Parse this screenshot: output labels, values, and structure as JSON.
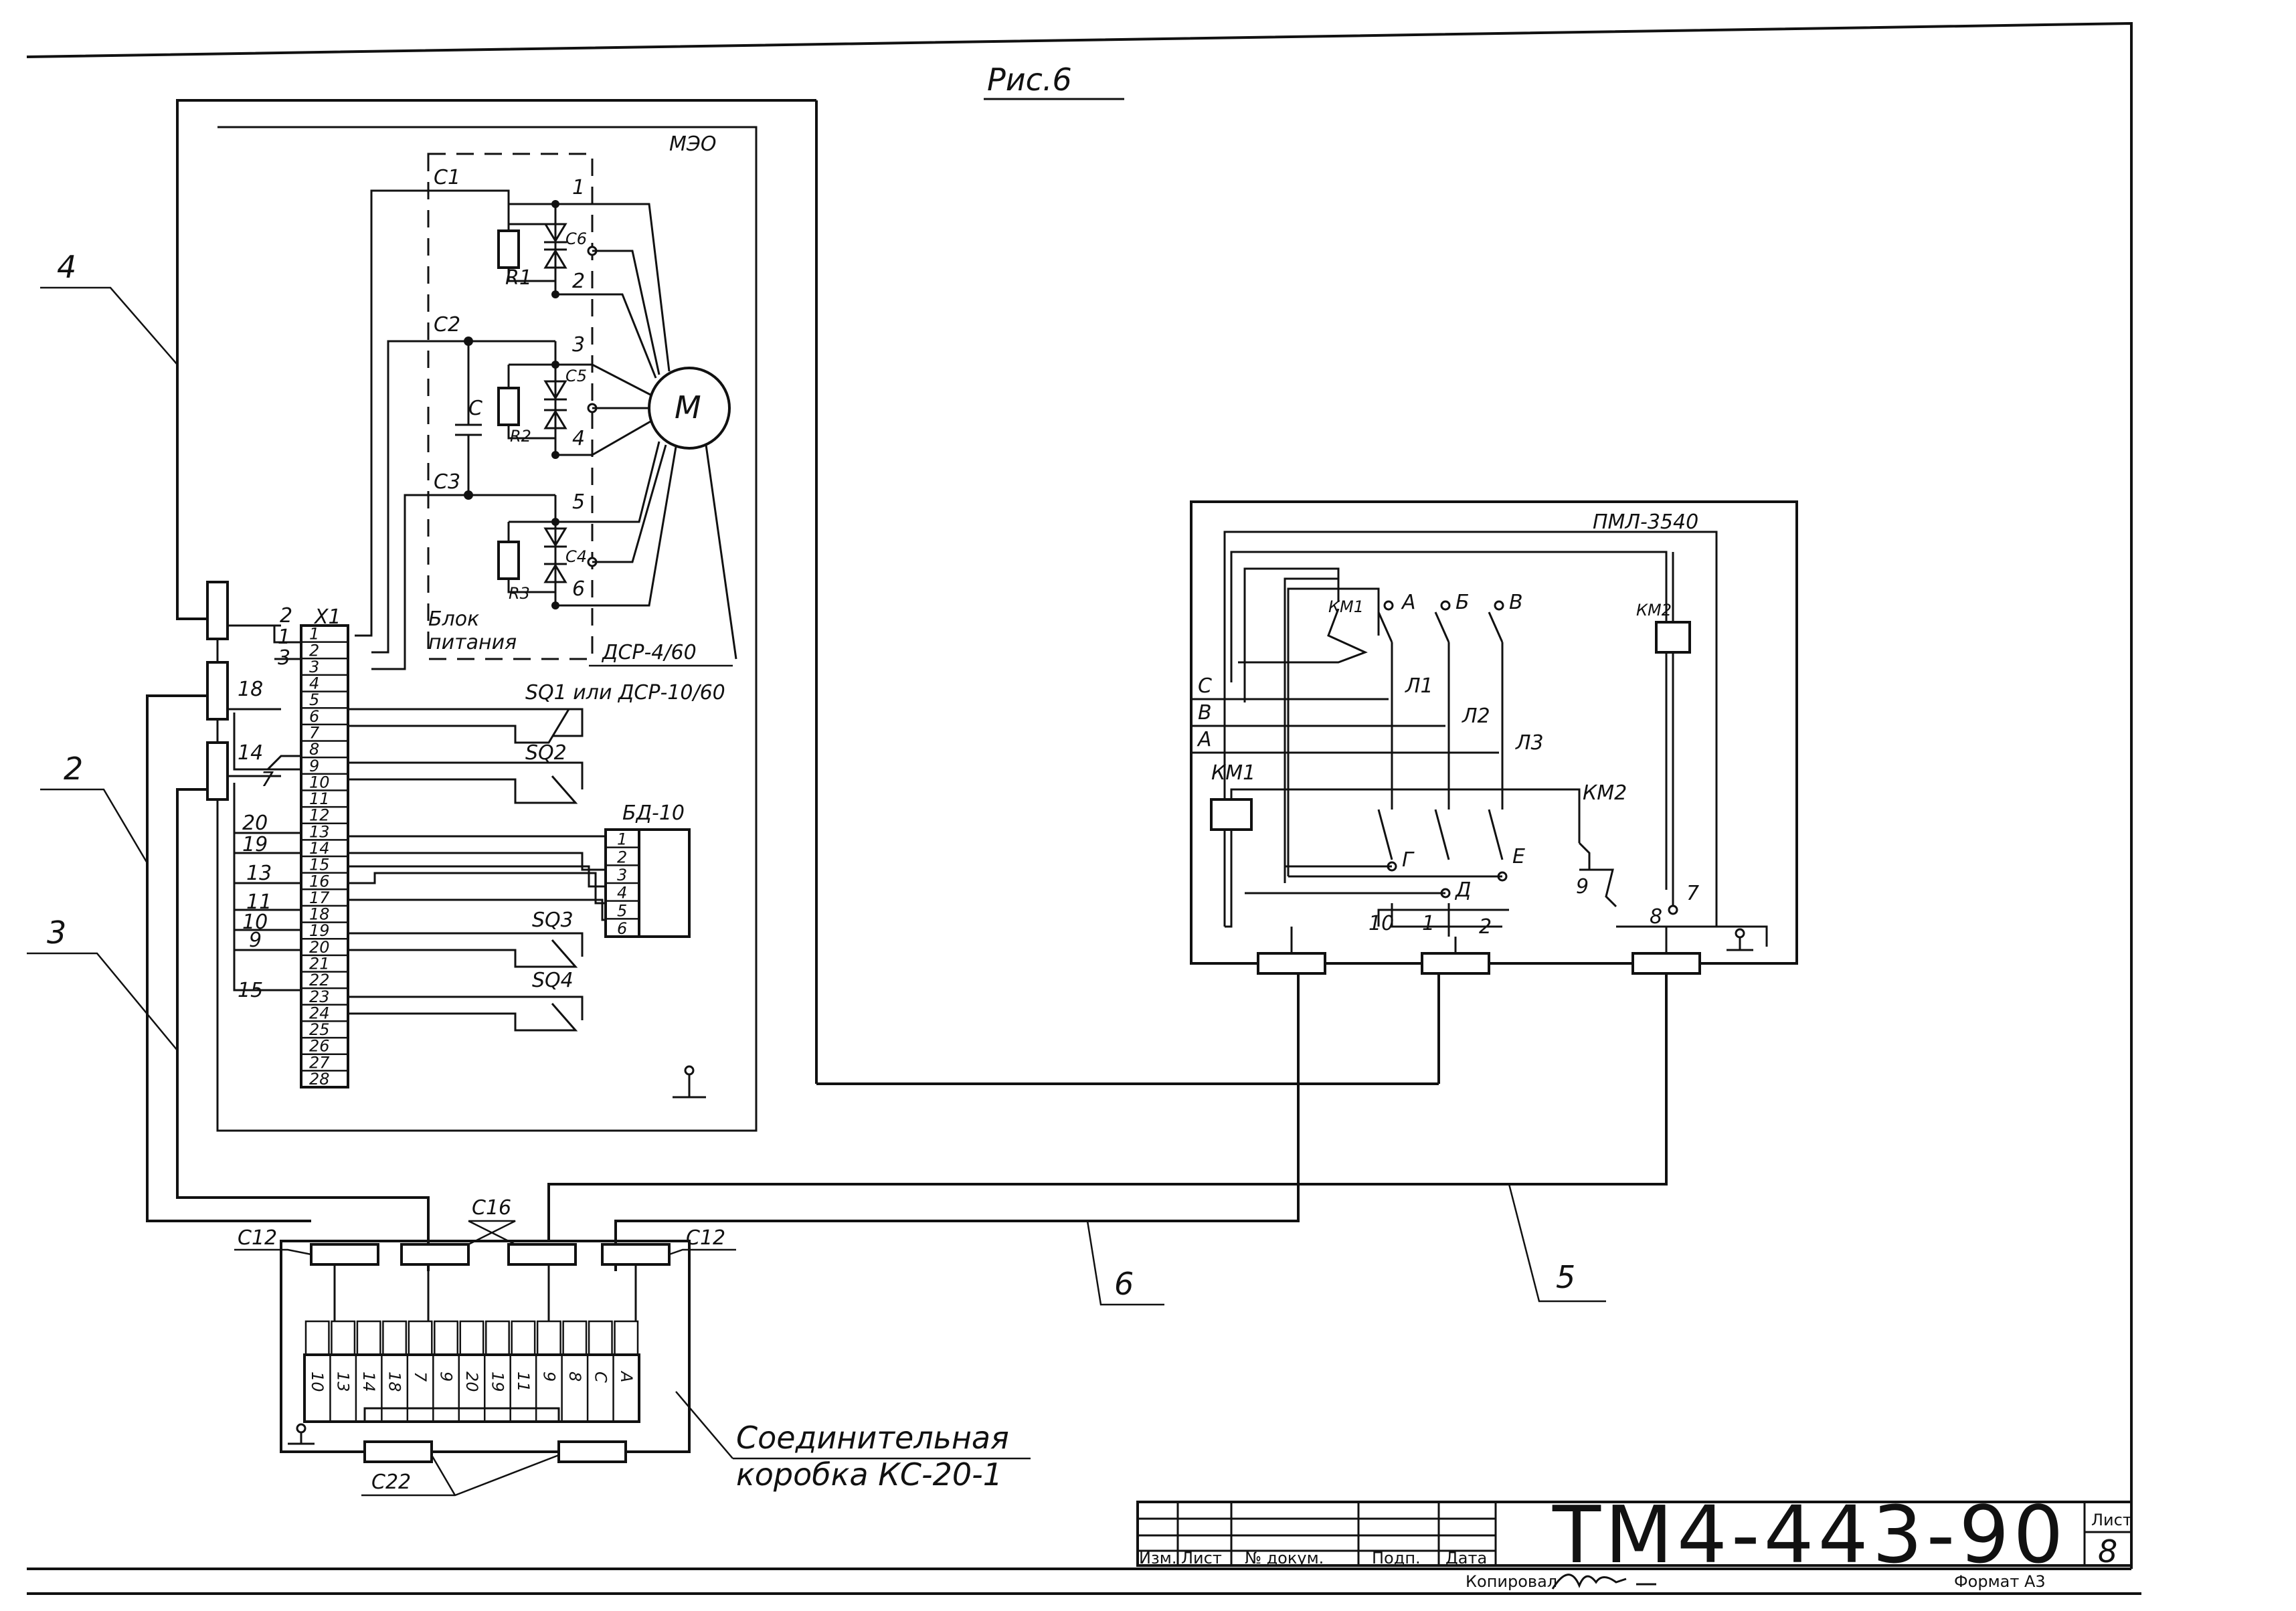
{
  "title": "Рис.6",
  "blocks": {
    "mes": "МЭО",
    "pml": "ПМЛ-3540",
    "power_block_line1": "Блок",
    "power_block_line2": "питания",
    "dsr_main": "ДСР-4/60",
    "sq1": "SQ1 или ДСР-10/60",
    "sq2": "SQ2",
    "sq3": "SQ3",
    "sq4": "SQ4",
    "bd": "БД-10",
    "motor": "М",
    "junction_line1": "Соединительная",
    "junction_line2": "коробка КС-20-1"
  },
  "components": {
    "c1": "C1",
    "c2": "C2",
    "c3": "C3",
    "c": "C",
    "c5": "C5",
    "c6": "C6",
    "c4": "C4",
    "r1": "R1",
    "r2": "R2",
    "r3": "R3",
    "x1": "X1",
    "km1": "КМ1",
    "km2": "КМ2",
    "pa": "А",
    "pb": "Б",
    "pv": "В",
    "pg": "Г",
    "pd": "Д",
    "pe": "Е",
    "l1": "Л1",
    "l2": "Л2",
    "l3": "Л3",
    "phase_c": "С",
    "phase_b": "В",
    "phase_a": "А"
  },
  "cable_labels": {
    "n4": "4",
    "n2": "2",
    "n3": "3",
    "n5": "5",
    "n6": "6",
    "c12a": "С12",
    "c16": "С16",
    "c12b": "С12",
    "c22": "С22"
  },
  "diode_terminals": [
    "1",
    "2",
    "3",
    "4",
    "5",
    "6"
  ],
  "x1_terminals": [
    "1",
    "2",
    "3",
    "4",
    "5",
    "6",
    "7",
    "8",
    "9",
    "10",
    "11",
    "12",
    "13",
    "14",
    "15",
    "16",
    "17",
    "18",
    "19",
    "20",
    "21",
    "22",
    "23",
    "24",
    "25",
    "26",
    "27",
    "28"
  ],
  "x1_wire_numbers": [
    "2",
    "1",
    "3",
    "18",
    "14",
    "7",
    "20",
    "19",
    "13",
    "11",
    "10",
    "9",
    "15"
  ],
  "bd_terminals": [
    "1",
    "2",
    "3",
    "4",
    "5",
    "6"
  ],
  "pml_terminals": [
    "1",
    "2",
    "7",
    "8",
    "9",
    "10"
  ],
  "junction_terminals": [
    "10",
    "13",
    "14",
    "18",
    "7",
    "9",
    "20",
    "19",
    "11",
    "9",
    "8",
    "С",
    "А"
  ],
  "title_block": {
    "doc_number": "ТМ4-443-90",
    "sheet_label": "Лист",
    "sheet_number": "8",
    "col_headers": [
      "Изм.",
      "Лист",
      "№ докум.",
      "Подп.",
      "Дата"
    ],
    "copied_label": "Копировал",
    "format_label": "Формат А3"
  }
}
